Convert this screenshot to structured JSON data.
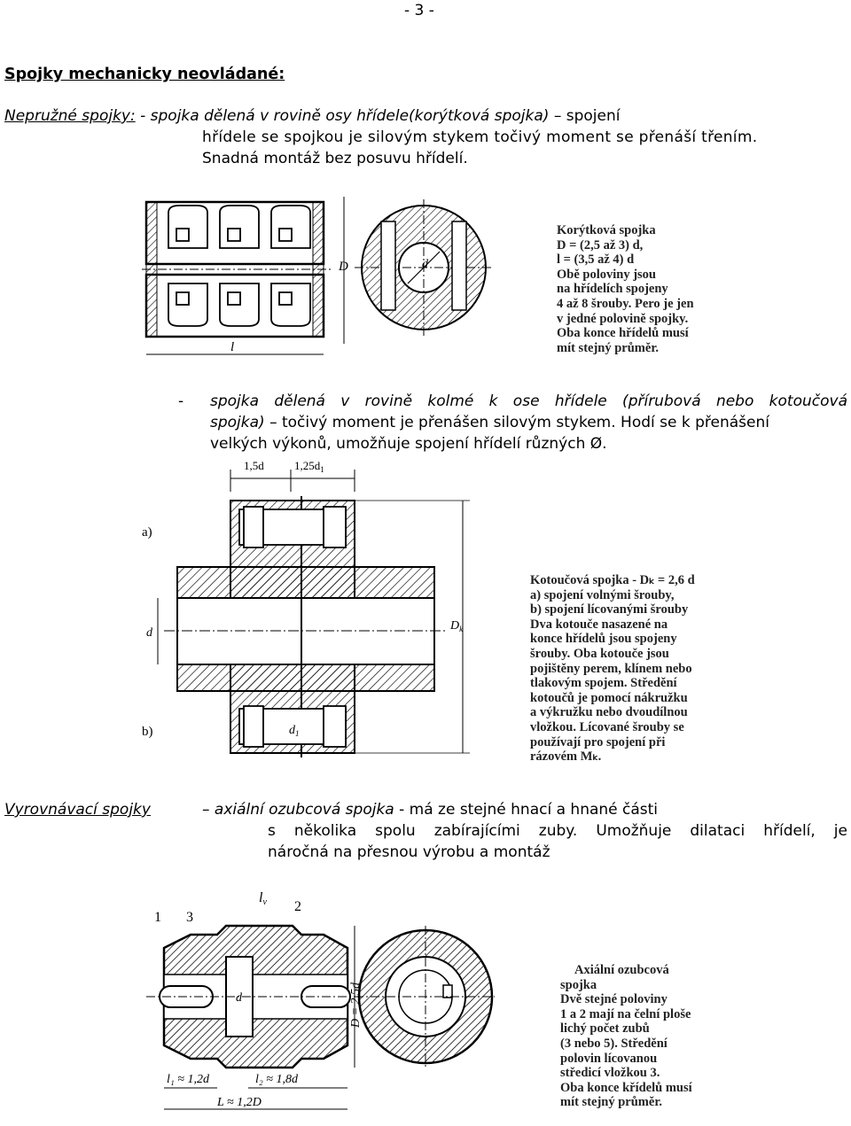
{
  "page": {
    "number": "- 3 -"
  },
  "heading": "Spojky mechanicky neovládané:",
  "sec1": {
    "label": "Nepružné spojky:",
    "line1_part": " - spojka dělená v rovině osy hřídele(korýtková spojka)",
    "line1_dash": " – ",
    "line1_end": "spojení",
    "line2": "hřídele se spojkou je silovým stykem točivý moment se přenáší třením.",
    "line3": "Snadná montáž bez posuvu hřídelí."
  },
  "fig1": {
    "caption": [
      "Korýtková spojka",
      "D = (2,5 až 3) d,",
      "l = (3,5 až 4) d",
      "Obě poloviny jsou",
      "na hřídelích spojeny",
      "4 až 8 šrouby. Pero je jen",
      "v jedné polovině spojky.",
      "Oba konce hřídelů musí",
      "mít stejný průměr."
    ],
    "dim_D": "D",
    "dim_l": "l",
    "dim_d": "d"
  },
  "sec2": {
    "dash": "-",
    "line1": "spojka dělená v rovině kolmé k ose hřídele (přírubová nebo kotoučová",
    "line2_it": "spojka)",
    "line2_rest": " – točivý moment je přenášen silovým stykem. Hodí se k přenášení",
    "line3": "velkých výkonů, umožňuje spojení hřídelí různých Ø."
  },
  "fig2": {
    "dim_top1": "1,5d",
    "dim_top2": "1,25d",
    "dim_top2_sub": "1",
    "label_a": "a)",
    "label_b": "b)",
    "dim_d": "d",
    "dim_Dk": "D",
    "dim_Dk_sub": "k",
    "dim_d1": "d",
    "dim_d1_sub": "1",
    "caption": [
      "Kotoučová spojka - Dₖ = 2,6 d",
      "a) spojení volnými šrouby,",
      "b) spojení lícovanými šrouby",
      "Dva kotouče nasazené na",
      "konce hřídelů jsou spojeny",
      "šrouby. Oba kotouče jsou",
      "pojištěny perem, klínem nebo",
      "tlakovým spojem. Středění",
      "kotoučů je pomocí nákružku",
      "a výkružku nebo dvoudílnou",
      "vložkou. Lícované šrouby se",
      "používají pro spojení při",
      "rázovém Mₖ."
    ]
  },
  "sec3": {
    "label": "Vyrovnávací spojky",
    "dash": "– ",
    "part_it": "axiální ozubcová spojka",
    "line1_rest": " - má ze stejné hnací a hnané části",
    "line2": "s několika spolu zabírajícími zuby. Umožňuje dilataci hřídelí, je",
    "line3": "náročná na přesnou výrobu a montáž"
  },
  "fig3": {
    "label_1": "1",
    "label_3": "3",
    "label_2": "2",
    "label_lv": "l",
    "label_lv_sub": "v",
    "dim_d": "d",
    "dim_D": "D = 2,5d",
    "dim_l1": "l₁ ≈ 1,2d",
    "dim_l2": "l₂ ≈ 1,8d",
    "dim_L": "L ≈ 1,2D",
    "caption": [
      "Axiální ozubcová",
      "spojka",
      "Dvě stejné poloviny",
      "1 a 2 mají na čelní ploše",
      "lichý počet zubů",
      "(3 nebo 5). Středění",
      "polovin lícovanou",
      "středicí vložkou 3.",
      "Oba konce křídelů musí",
      "mít stejný průměr."
    ]
  }
}
